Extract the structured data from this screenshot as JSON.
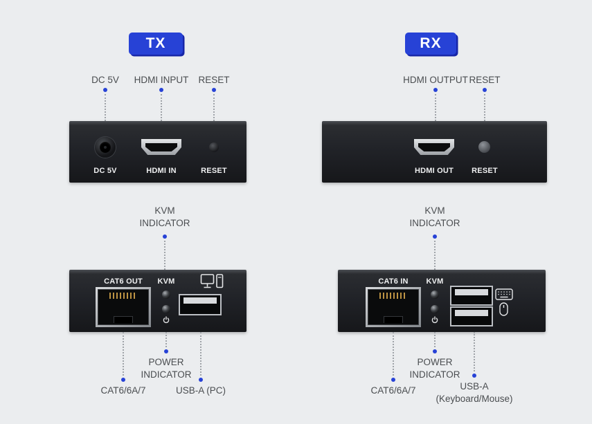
{
  "colors": {
    "background": "#ebedef",
    "accent_blue": "#2742d6",
    "panel_dark": "#1d1f23",
    "callout_text": "#4a4d50",
    "panel_text": "#eff0f1"
  },
  "icons": {
    "pc_icon": "monitor-and-tower",
    "keyboard_icon": "keyboard",
    "mouse_icon": "mouse",
    "power_icon": "power-symbol",
    "kvm_led": "led-indicator",
    "power_led": "led-indicator"
  },
  "tx": {
    "badge": "TX",
    "top_panel": {
      "callout_dc": "DC 5V",
      "callout_hdmi": "HDMI INPUT",
      "callout_reset": "RESET",
      "port_dc_label": "DC 5V",
      "port_hdmi_label": "HDMI IN",
      "port_reset_label": "RESET"
    },
    "bottom_panel": {
      "callout_kvm_line1": "KVM",
      "callout_kvm_line2": "INDICATOR",
      "port_cat6_label": "CAT6 OUT",
      "port_kvm_label": "KVM",
      "callout_cat6": "CAT6/6A/7",
      "callout_power_line1": "POWER",
      "callout_power_line2": "INDICATOR",
      "callout_usb": "USB-A (PC)"
    }
  },
  "rx": {
    "badge": "RX",
    "top_panel": {
      "callout_hdmi": "HDMI OUTPUT",
      "callout_reset": "RESET",
      "port_hdmi_label": "HDMI OUT",
      "port_reset_label": "RESET"
    },
    "bottom_panel": {
      "callout_kvm_line1": "KVM",
      "callout_kvm_line2": "INDICATOR",
      "port_cat6_label": "CAT6 IN",
      "port_kvm_label": "KVM",
      "callout_cat6": "CAT6/6A/7",
      "callout_power_line1": "POWER",
      "callout_power_line2": "INDICATOR",
      "callout_usb_line1": "USB-A",
      "callout_usb_line2": "(Keyboard/Mouse)"
    }
  }
}
